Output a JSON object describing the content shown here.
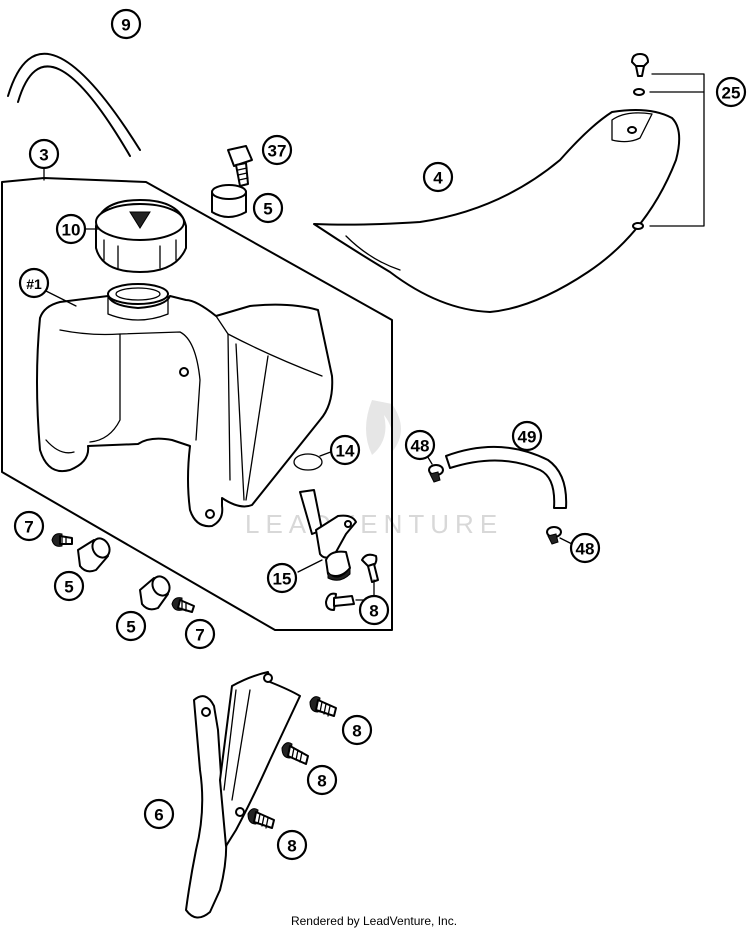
{
  "callouts": {
    "c9": "9",
    "c3": "3",
    "c37": "37",
    "c5a": "5",
    "c10": "10",
    "c1": "#1",
    "c4": "4",
    "c25": "25",
    "c14": "14",
    "c48a": "48",
    "c49": "49",
    "c48b": "48",
    "c7a": "7",
    "c5b": "5",
    "c5c": "5",
    "c7b": "7",
    "c15": "15",
    "c8a": "8",
    "c8b": "8",
    "c8c": "8",
    "c8d": "8",
    "c6": "6"
  },
  "watermark": "LEADVENTURE",
  "footer": "Rendered by LeadVenture, Inc."
}
